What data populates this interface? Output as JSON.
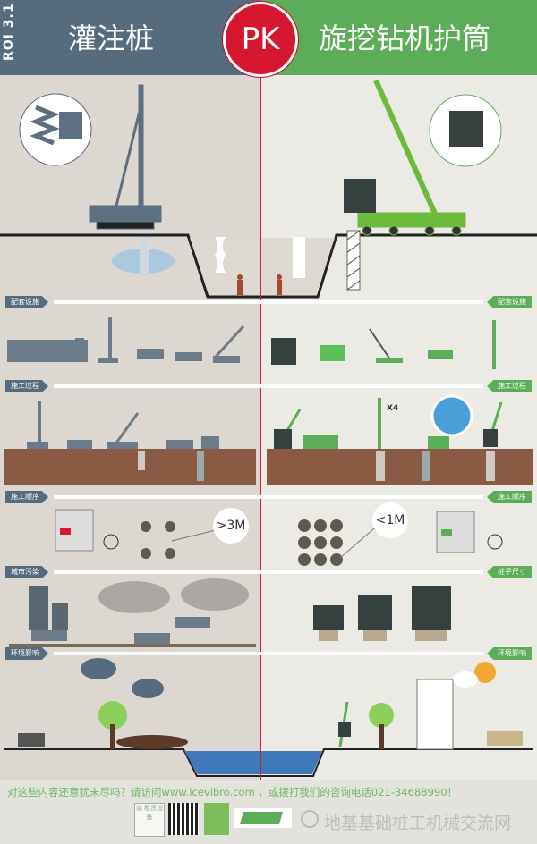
{
  "header": {
    "version": "ROI 3.1",
    "left_title": "灌注桩",
    "pk": "PK",
    "right_title": "旋挖钻机护筒"
  },
  "sections": [
    {
      "left": "配套设施",
      "right": "配套设施"
    },
    {
      "left": "施工过程",
      "right": "施工过程"
    },
    {
      "left": "施工顺序",
      "right": "施工顺序"
    },
    {
      "left": "城市污染",
      "right": "桩子尺寸"
    },
    {
      "left": "环境影响",
      "right": "环境影响"
    }
  ],
  "spacing": {
    "left": ">3M",
    "right": "<1M"
  },
  "process": {
    "multiplier": "X4"
  },
  "footer": {
    "text": "对这些内容还意犹未尽吗？请访问www.icevibro.com ，或拨打我们的咨询电话021-34688990！",
    "rental": "或\n租赁设备",
    "watermark": "地基基础桩工机械交流网"
  },
  "colors": {
    "left": "#566b7c",
    "right": "#5bad57",
    "pk": "#d6172f",
    "soil": "#8a5a44"
  }
}
